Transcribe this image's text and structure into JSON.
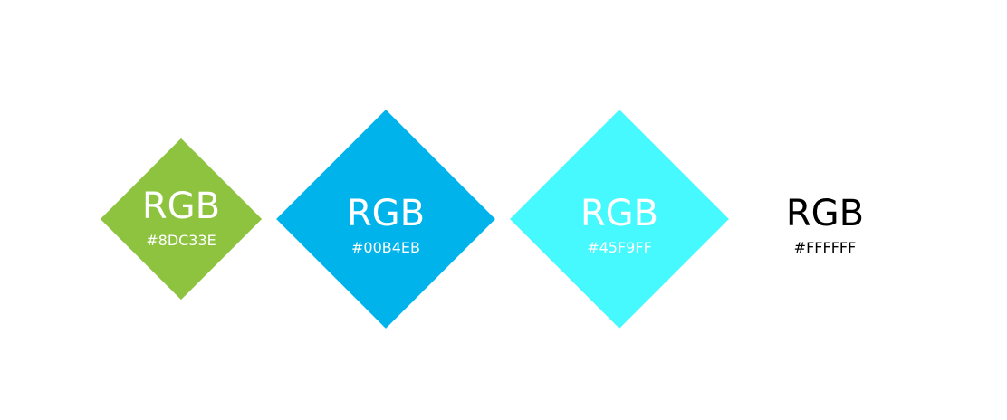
{
  "swatches": [
    {
      "label": "RGB",
      "hex": "#8DC33E",
      "fill": "#8DC33E",
      "text_color": "#ffffff"
    },
    {
      "label": "RGB",
      "hex": "#00B4EB",
      "fill": "#00B4EB",
      "text_color": "#ffffff"
    },
    {
      "label": "RGB",
      "hex": "#45F9FF",
      "fill": "#45F9FF",
      "text_color": "#ffffff"
    },
    {
      "label": "RGB",
      "hex": "#FFFFFF",
      "fill": "#FFFFFF",
      "text_color": "#000000"
    }
  ]
}
